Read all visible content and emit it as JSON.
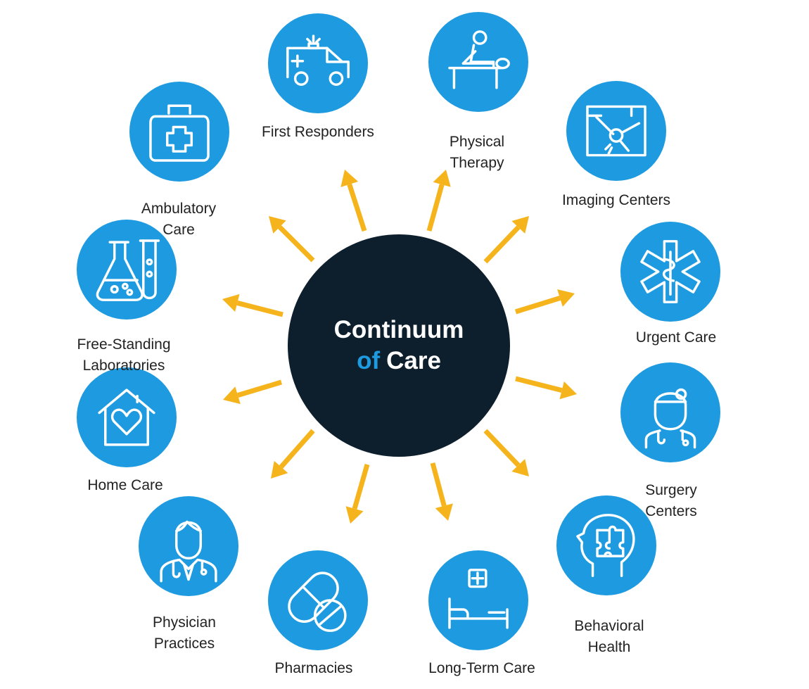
{
  "colors": {
    "center_fill": "#0d1f2d",
    "center_text": "#ffffff",
    "accent_word": "#1e9be0",
    "node_fill": "#1e9be0",
    "icon_stroke": "#ffffff",
    "arrow": "#f6b41c",
    "label_text": "#222222"
  },
  "center": {
    "line1": "Continuum",
    "line2_accent": "of",
    "line2_rest": "Care"
  },
  "nodes": [
    {
      "id": "first-responders",
      "label": "First Responders",
      "icon": "ambulance-icon"
    },
    {
      "id": "physical-therapy",
      "label": "Physical\nTherapy",
      "icon": "massage-table-icon"
    },
    {
      "id": "imaging-centers",
      "label": "Imaging Centers",
      "icon": "xray-icon"
    },
    {
      "id": "urgent-care",
      "label": "Urgent Care",
      "icon": "star-of-life-icon"
    },
    {
      "id": "surgery-centers",
      "label": "Surgery\nCenters",
      "icon": "surgeon-icon"
    },
    {
      "id": "behavioral-health",
      "label": "Behavioral\nHealth",
      "icon": "head-puzzle-icon"
    },
    {
      "id": "long-term-care",
      "label": "Long-Term Care",
      "icon": "hospital-bed-icon"
    },
    {
      "id": "pharmacies",
      "label": "Pharmacies",
      "icon": "pills-icon"
    },
    {
      "id": "physician-practices",
      "label": "Physician\nPractices",
      "icon": "doctor-icon"
    },
    {
      "id": "home-care",
      "label": "Home Care",
      "icon": "house-heart-icon"
    },
    {
      "id": "free-standing-labs",
      "label": "Free-Standing\nLaboratories",
      "icon": "lab-flask-icon"
    },
    {
      "id": "ambulatory-care",
      "label": "Ambulatory\nCare",
      "icon": "medical-bag-icon"
    }
  ]
}
